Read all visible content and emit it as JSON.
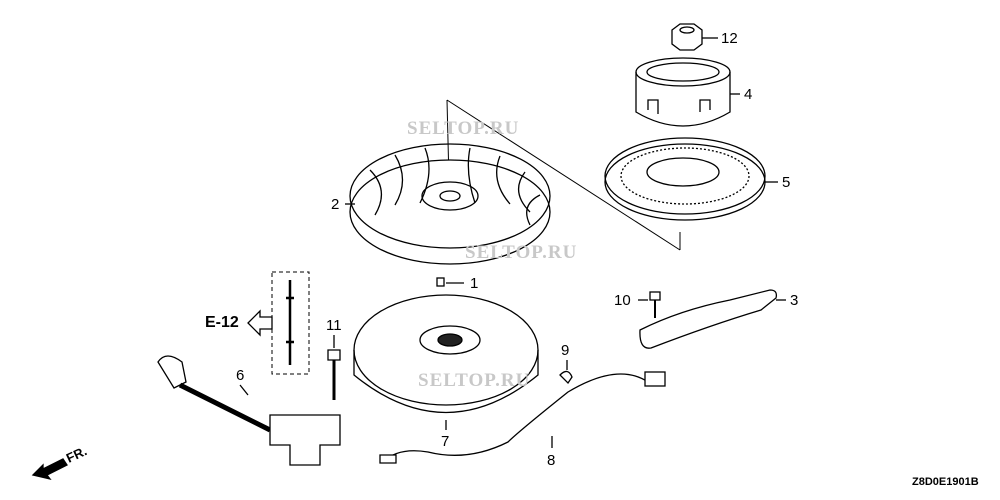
{
  "diagram": {
    "parts": [
      {
        "id": "1",
        "label": "1"
      },
      {
        "id": "2",
        "label": "2"
      },
      {
        "id": "3",
        "label": "3"
      },
      {
        "id": "4",
        "label": "4"
      },
      {
        "id": "5",
        "label": "5"
      },
      {
        "id": "6",
        "label": "6"
      },
      {
        "id": "7",
        "label": "7"
      },
      {
        "id": "8",
        "label": "8"
      },
      {
        "id": "9",
        "label": "9"
      },
      {
        "id": "10",
        "label": "10"
      },
      {
        "id": "11",
        "label": "11"
      },
      {
        "id": "12",
        "label": "12"
      }
    ],
    "reference": "E-12",
    "front_marker": "FR.",
    "drawing_code": "Z8D0E1901B",
    "watermark": "SELTOP.RU"
  }
}
